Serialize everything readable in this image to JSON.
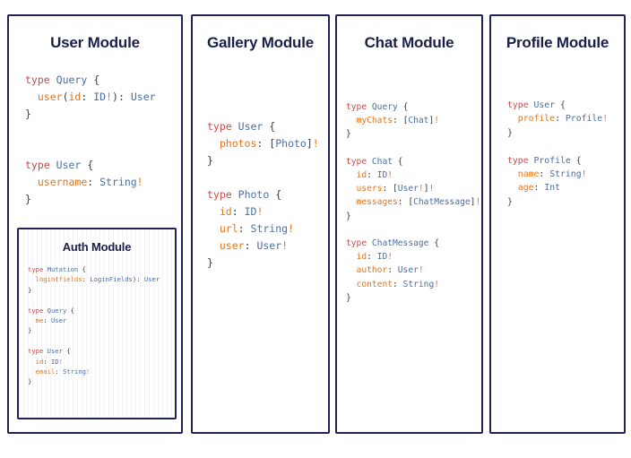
{
  "page": {
    "background_color": "#ffffff",
    "border_color": "#1f2257",
    "title_color": "#1b1f4b"
  },
  "syntax_colors": {
    "keyword": "#c0504d",
    "type_name": "#4a6fa5",
    "field_name": "#e2761f",
    "punctuation": "#3d3d3d",
    "non_null": "#e2761f"
  },
  "modules": {
    "user": {
      "title": "User Module",
      "code": "type Query {\n  user(id: ID!): User\n}\n\n\ntype User {\n  username: String!\n}"
    },
    "auth": {
      "title": "Auth Module",
      "code": "type Mutation {\n  login(fields: LoginFields): User\n}\n\ntype Query {\n  me: User\n}\n\ntype User {\n  id: ID!\n  email: String!\n}"
    },
    "gallery": {
      "title": "Gallery Module",
      "code": "type User {\n  photos: [Photo]!\n}\n\ntype Photo {\n  id: ID!\n  url: String!\n  user: User!\n}"
    },
    "chat": {
      "title": "Chat Module",
      "code": "type Query {\n  myChats: [Chat]!\n}\n\ntype Chat {\n  id: ID!\n  users: [User!]!\n  messages: [ChatMessage]!\n}\n\ntype ChatMessage {\n  id: ID!\n  author: User!\n  content: String!\n}"
    },
    "profile": {
      "title": "Profile Module",
      "code": "type User {\n  profile: Profile!\n}\n\ntype Profile {\n  name: String!\n  age: Int\n}"
    }
  }
}
